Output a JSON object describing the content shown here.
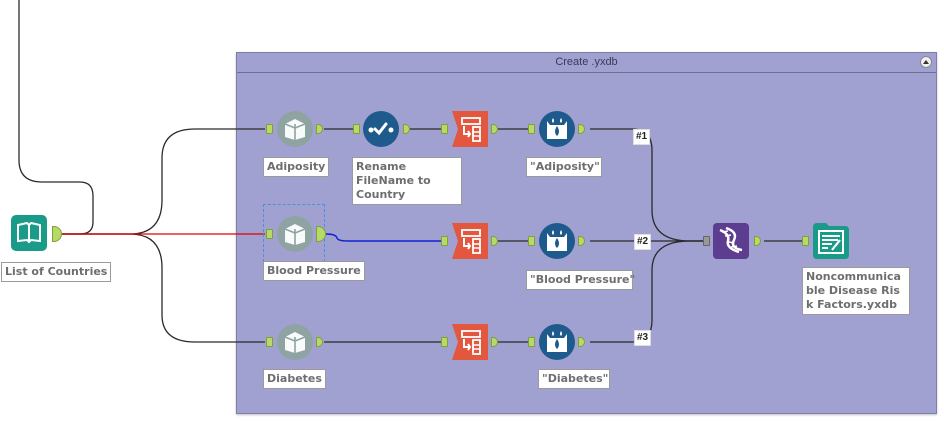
{
  "container": {
    "title": "Create .yxdb",
    "collapse_icon": "collapse-up-icon",
    "background_color": "#a1a1d1"
  },
  "tools": {
    "input_countries": {
      "label": "List of Countries",
      "icon": "book-input-icon",
      "color": "#1a9b8a"
    },
    "input_adiposity": {
      "label": "Adiposity",
      "icon": "book-input-icon",
      "color": "#8fa3a3"
    },
    "input_blood_pressure": {
      "label": "Blood Pressure",
      "icon": "book-input-icon",
      "color": "#8fa3a3",
      "selected": true
    },
    "input_diabetes": {
      "label": "Diabetes",
      "icon": "book-input-icon",
      "color": "#8fa3a3"
    },
    "rename_filename": {
      "label": "Rename FileName to Country",
      "icon": "select-check-icon",
      "color": "#1f5a8c"
    },
    "transpose_1": {
      "label": "",
      "icon": "transpose-icon",
      "color": "#e2573d"
    },
    "transpose_2": {
      "label": "",
      "icon": "transpose-icon",
      "color": "#e2573d"
    },
    "transpose_3": {
      "label": "",
      "icon": "transpose-icon",
      "color": "#e2573d"
    },
    "formula_adiposity": {
      "label": "\"Adiposity\"",
      "icon": "formula-beaker-icon",
      "color": "#1f5a8c"
    },
    "formula_blood_pressure": {
      "label": "\"Blood Pressure\"",
      "icon": "formula-beaker-icon",
      "color": "#1f5a8c"
    },
    "formula_diabetes": {
      "label": "\"Diabetes\"",
      "icon": "formula-beaker-icon",
      "color": "#1f5a8c"
    },
    "union": {
      "label": "",
      "icon": "union-dna-icon",
      "color": "#5c3d8f"
    },
    "output": {
      "label": "Noncommunicable Disease Risk Factors.yxdb",
      "icon": "output-file-icon",
      "color": "#1a9b8a"
    }
  },
  "connections": {
    "union_inputs": [
      "#1",
      "#2",
      "#3"
    ]
  },
  "colors": {
    "wire": "#2b2b2b",
    "wire_selected_red": "#e00000",
    "wire_selected_blue": "#1020d0",
    "anchor": "#b7d96a"
  }
}
